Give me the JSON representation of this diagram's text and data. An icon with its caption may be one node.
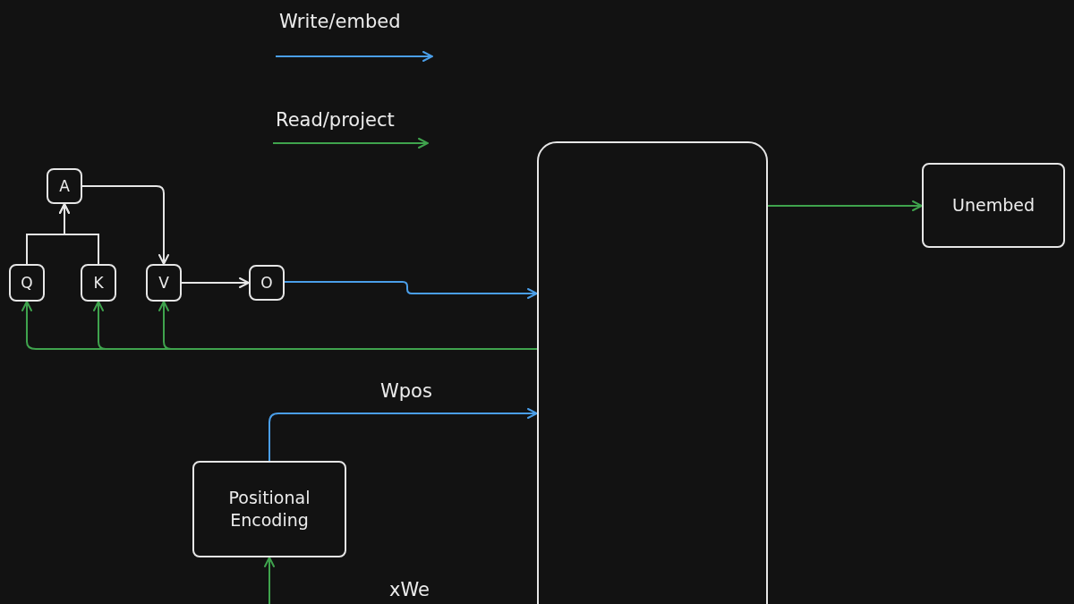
{
  "diagram": {
    "nodes": [
      {
        "text": [
          "A"
        ]
      },
      {
        "text": [
          "Q"
        ]
      },
      {
        "text": [
          "K"
        ]
      },
      {
        "text": [
          "V"
        ]
      },
      {
        "text": [
          "O"
        ]
      },
      {
        "text": [],
        "shape": "box"
      },
      {
        "text": [
          "Unembed"
        ]
      },
      {
        "text": [
          "Positional Encoding"
        ]
      }
    ],
    "edges": [
      {
        "from": 1,
        "to": 0,
        "arrow": "to",
        "color": "#e6e6e6"
      },
      {
        "from": 2,
        "to": 0,
        "arrow": "to",
        "color": "#e6e6e6"
      },
      {
        "from": 0,
        "to": 3,
        "arrow": "to",
        "color": "#e6e6e6"
      },
      {
        "from": 3,
        "to": 4,
        "arrow": "to",
        "color": "#e6e6e6"
      },
      {
        "from": 4,
        "to": 5,
        "arrow": "to",
        "color": "#4a9ee8"
      },
      {
        "from": 5,
        "to": 1,
        "arrow": "to"
      },
      {
        "from": 5,
        "to": 2,
        "arrow": "to"
      },
      {
        "from": 5,
        "to": 3,
        "arrow": "to"
      },
      {
        "from": 5,
        "to": 6,
        "arrow": "to"
      },
      {
        "from": 7,
        "to": 5,
        "arrow": "to",
        "label": "Wpos",
        "color": "#4a9ee8"
      },
      {
        "from": null,
        "to": 7,
        "arrow": "to"
      }
    ],
    "labels": [
      "xWe"
    ],
    "legend": [
      {
        "text": "Write/embed"
      },
      {
        "text": "Read/project"
      }
    ]
  }
}
